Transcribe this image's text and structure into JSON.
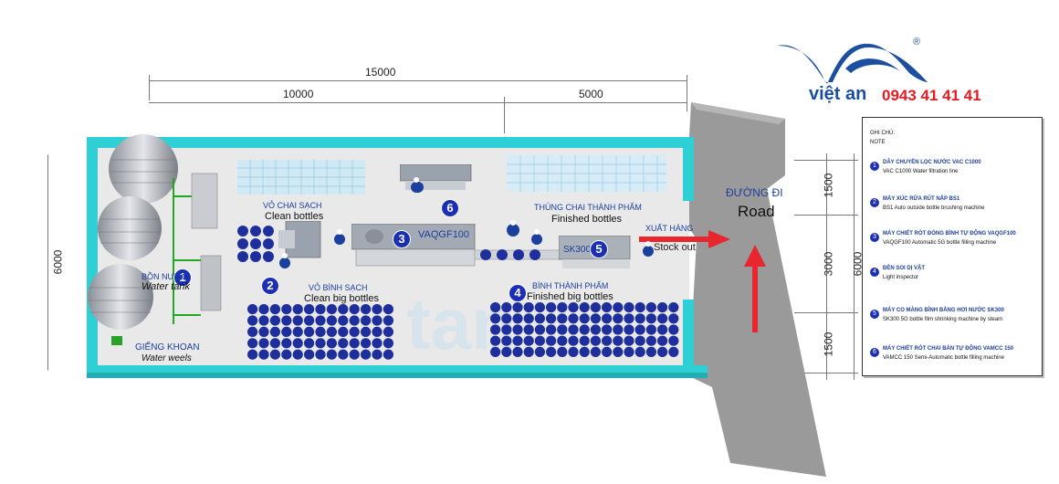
{
  "dimensions": {
    "top_total": "15000",
    "top_left": "10000",
    "top_right": "5000",
    "left_side": "6000",
    "right_top": "1500",
    "right_mid": "3000",
    "right_bottom": "1500",
    "right_total": "6000"
  },
  "brand": {
    "name": "việt an",
    "registered": "®",
    "phone": "0943 41 41 41",
    "color_blue": "#1d4f9f",
    "color_red": "#e31b23"
  },
  "colors": {
    "wall": "#2ed0d6",
    "floor": "#e9e9e9",
    "road": "#9a9a9a",
    "arrow": "#e8262d",
    "badge": "#1b2fb5"
  },
  "road": {
    "label_vi": "ĐƯỜNG ĐI",
    "label_en": "Road"
  },
  "zones": {
    "clean_bottles": {
      "vi": "VỎ CHAI SẠCH",
      "en": "Clean bottles"
    },
    "clean_big_bottles": {
      "vi": "VỎ BÌNH SẠCH",
      "en": "Clean big bottles"
    },
    "finished_bottles": {
      "vi": "THÙNG CHAI THÀNH PHẨM",
      "en": "Finished bottles"
    },
    "finished_big_bottles": {
      "vi": "BÌNH THÀNH PHẨM",
      "en": "Finished big bottles"
    },
    "stock_out": {
      "vi": "XUẤT HÀNG",
      "en": "Stock out"
    },
    "water_tank": {
      "vi": "BỒN NƯỚC",
      "en": "Water tank"
    },
    "water_wells": {
      "vi": "GIẾNG KHOAN",
      "en": "Water weels"
    }
  },
  "machines": {
    "m3": {
      "num": "3",
      "label": "VAQGF100"
    },
    "m5": {
      "num": "5",
      "label": "SK300"
    },
    "m1": {
      "num": "1"
    },
    "m2": {
      "num": "2"
    },
    "m4": {
      "num": "4"
    },
    "m6": {
      "num": "6"
    }
  },
  "notes": {
    "title_vi": "GHI CHÚ:",
    "title_en": "NOTE",
    "items": [
      {
        "num": "1",
        "vi": "DÂY CHUYỀN LỌC NƯỚC VAC C1000",
        "en": "VAC C1000 Water filtration line"
      },
      {
        "num": "2",
        "vi": "MÁY XÚC RỬA RÚT NẮP BS1",
        "en": "BS1 Auto outside bottle brushing machine"
      },
      {
        "num": "3",
        "vi": "MÁY CHIẾT RÓT ĐÓNG BÌNH TỰ ĐỘNG VAQGF100",
        "en": "VAQGF100  Automatic 5G bottle filling machine"
      },
      {
        "num": "4",
        "vi": "ĐÈN SOI DỊ VẬT",
        "en": "Light inspector"
      },
      {
        "num": "5",
        "vi": "MÁY CO MÀNG BÌNH BẰNG HƠI NƯỚC SK300",
        "en": "SK300 5G bottle film shrinking machine by steam"
      },
      {
        "num": "6",
        "vi": "MÁY CHIẾT RÓT CHAI BÁN TỰ ĐỘNG VAMCC 150",
        "en": "VAMCC 150 Semi-Automatic bottle filling machine"
      }
    ]
  }
}
